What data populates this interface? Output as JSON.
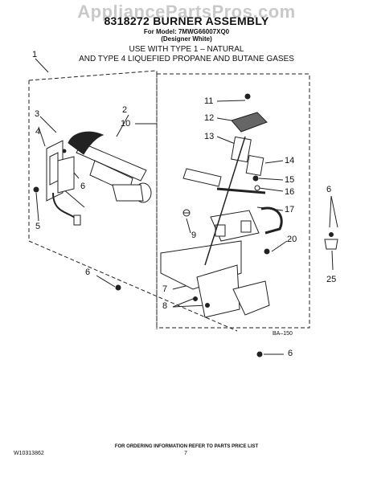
{
  "watermark": "AppliancePartsPros.com",
  "header": {
    "title": "8318272 BURNER ASSEMBLY",
    "model_line": "For Model: 7MWG66007XQ0",
    "designation": "(Designer White)",
    "usage_line_1": "USE WITH TYPE 1 –   NATURAL",
    "usage_line_2": "AND TYPE 4    LIQUEFIED PROPANE AND BUTANE GASES"
  },
  "callouts": {
    "c1": "1",
    "c2": "2",
    "c3": "3",
    "c4": "4",
    "c5": "5",
    "c6a": "6",
    "c6b": "6",
    "c6c": "6",
    "c6d": "6",
    "c7": "7",
    "c8": "8",
    "c9": "9",
    "c10": "10",
    "c11": "11",
    "c12": "12",
    "c13": "13",
    "c14": "14",
    "c15": "15",
    "c16": "16",
    "c17": "17",
    "c20": "20",
    "c25": "25"
  },
  "diagram_code": "BA–150",
  "footer": {
    "ordering_note": "FOR ORDERING INFORMATION REFER TO PARTS PRICE LIST",
    "doc_id": "W10313862",
    "page_number": "7"
  }
}
